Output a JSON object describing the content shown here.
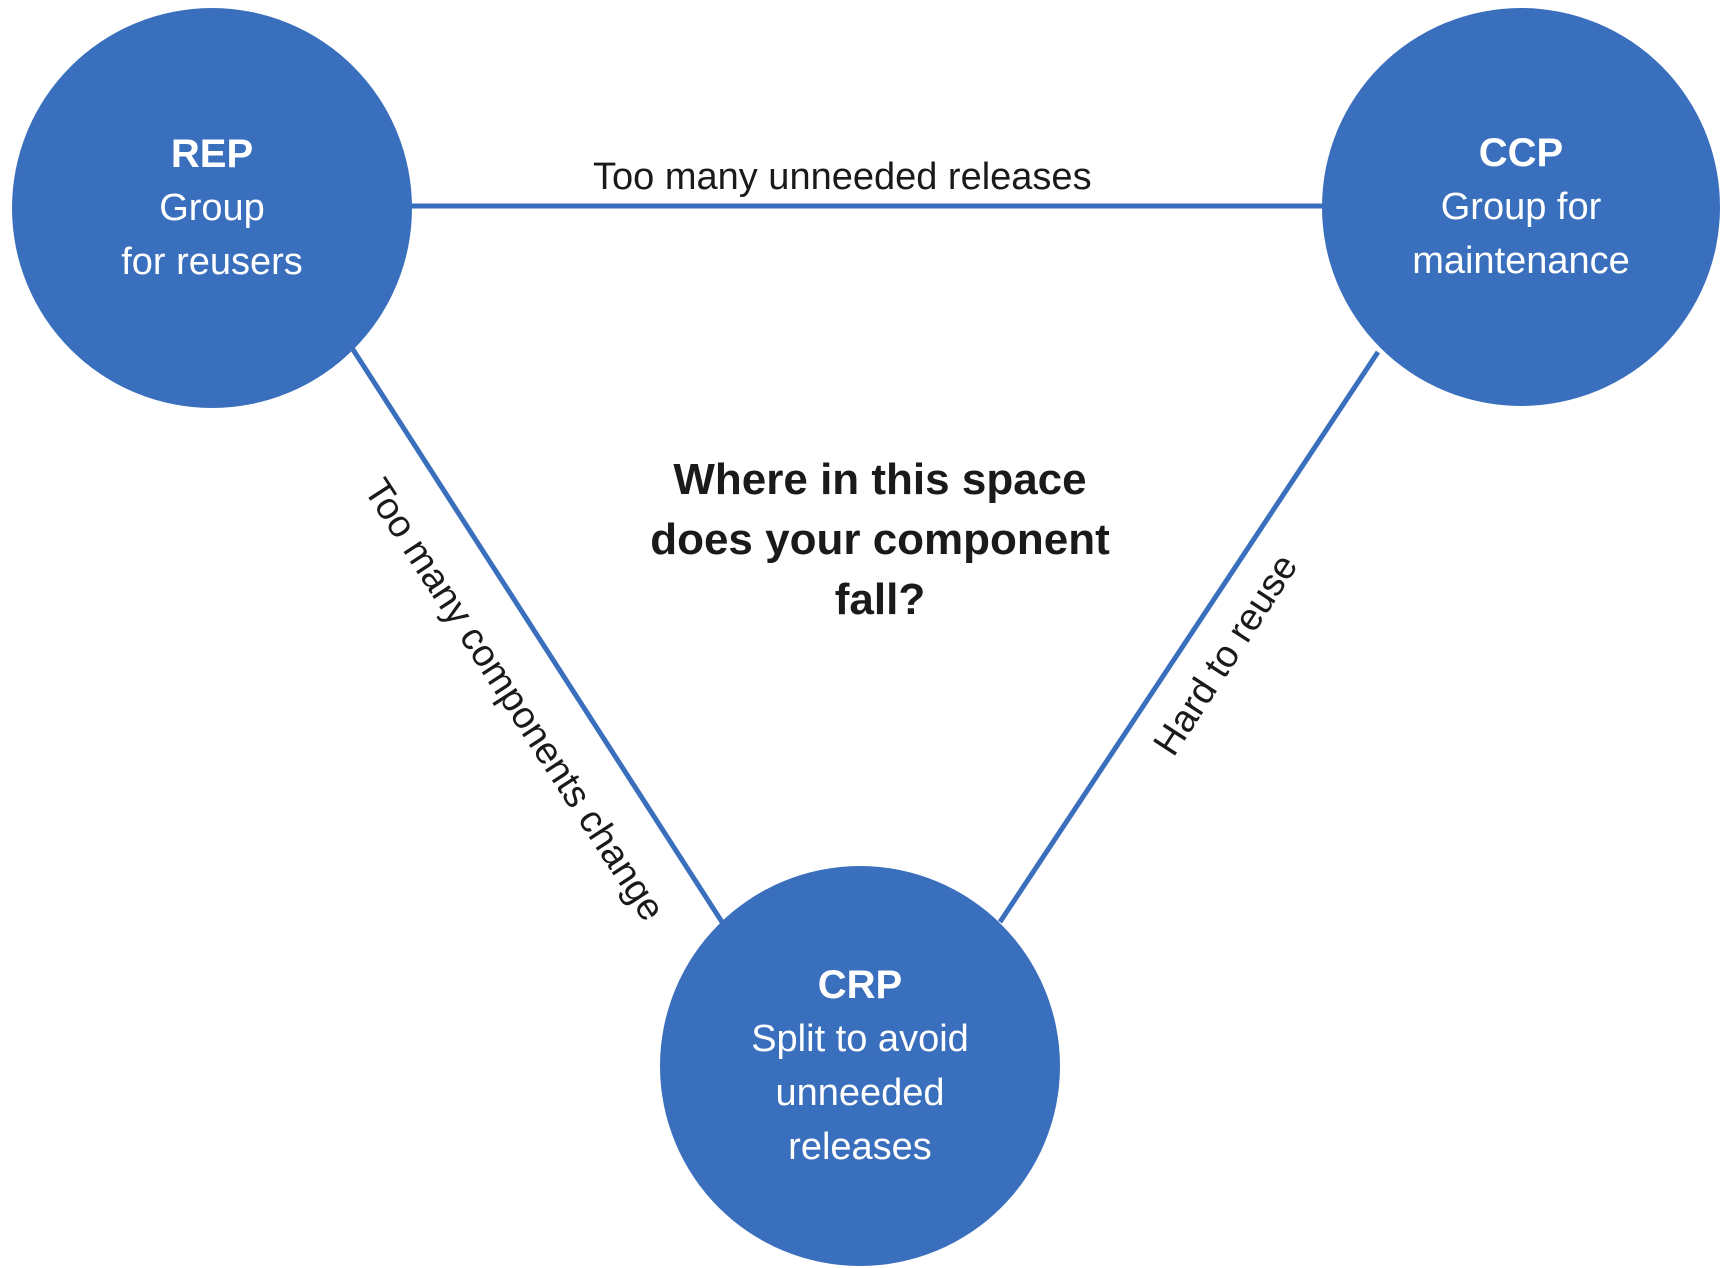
{
  "theme": {
    "node_fill": "#3a6fbd",
    "edge_color": "#3a6fbd",
    "text_color": "#1a1a1a"
  },
  "nodes": {
    "rep": {
      "abbr": "REP",
      "desc": "Group\nfor reusers"
    },
    "ccp": {
      "abbr": "CCP",
      "desc": "Group for\nmaintenance"
    },
    "crp": {
      "abbr": "CRP",
      "desc": "Split to avoid\nunneeded\nreleases"
    }
  },
  "edges": {
    "rep_ccp": "Too many unneeded releases",
    "rep_crp": "Too many components change",
    "ccp_crp": "Hard to reuse"
  },
  "center_question": "Where in this space\ndoes your component\nfall?"
}
